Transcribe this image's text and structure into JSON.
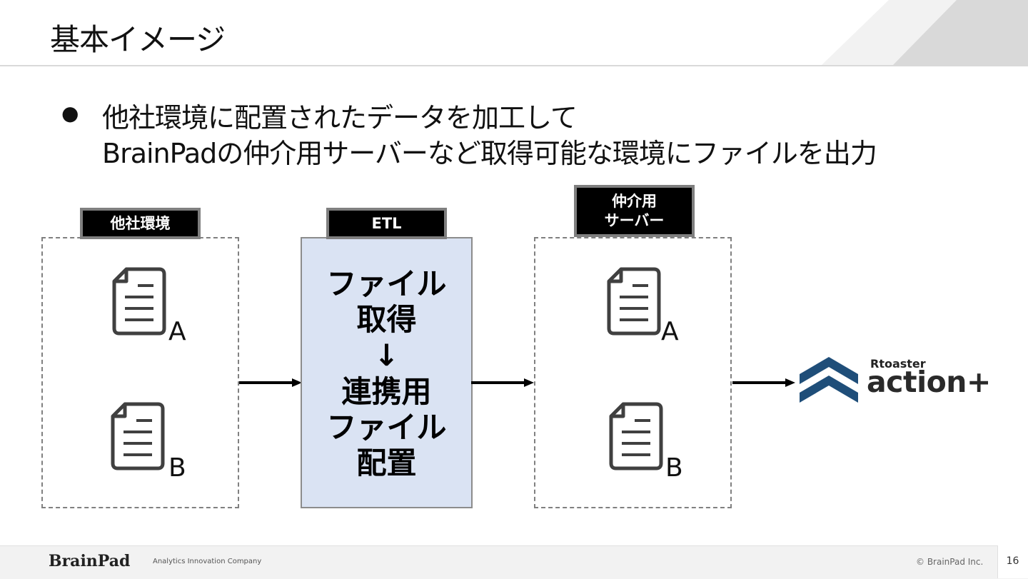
{
  "header": {
    "title": "基本イメージ"
  },
  "bullet": {
    "symbol": "●",
    "line1": "他社環境に配置されたデータを加工して",
    "line2": "BrainPadの仲介用サーバーなど取得可能な環境にファイルを出力"
  },
  "diagram": {
    "source": {
      "label": "他社環境",
      "files": [
        "A",
        "B"
      ]
    },
    "etl": {
      "label": "ETL",
      "lines": [
        "ファイル",
        "取得",
        "↓",
        "連携用",
        "ファイル",
        "配置"
      ]
    },
    "intermediary": {
      "label_lines": [
        "仲介用",
        "サーバー"
      ],
      "files": [
        "A",
        "B"
      ]
    },
    "destination": {
      "logo_small": "Rtoaster",
      "logo_big": "action+"
    }
  },
  "footer": {
    "logo": "BrainPad",
    "tagline": "Analytics Innovation Company",
    "copyright": "© BrainPad Inc.",
    "page_number": "16"
  },
  "colors": {
    "etl_fill": "#dae3f3",
    "logo_blue": "#1f4e79",
    "label_bg": "#000000",
    "label_border": "#7f7f7f"
  },
  "icons": [
    "document-icon",
    "arrow-right-icon",
    "chevron-up-icon"
  ]
}
